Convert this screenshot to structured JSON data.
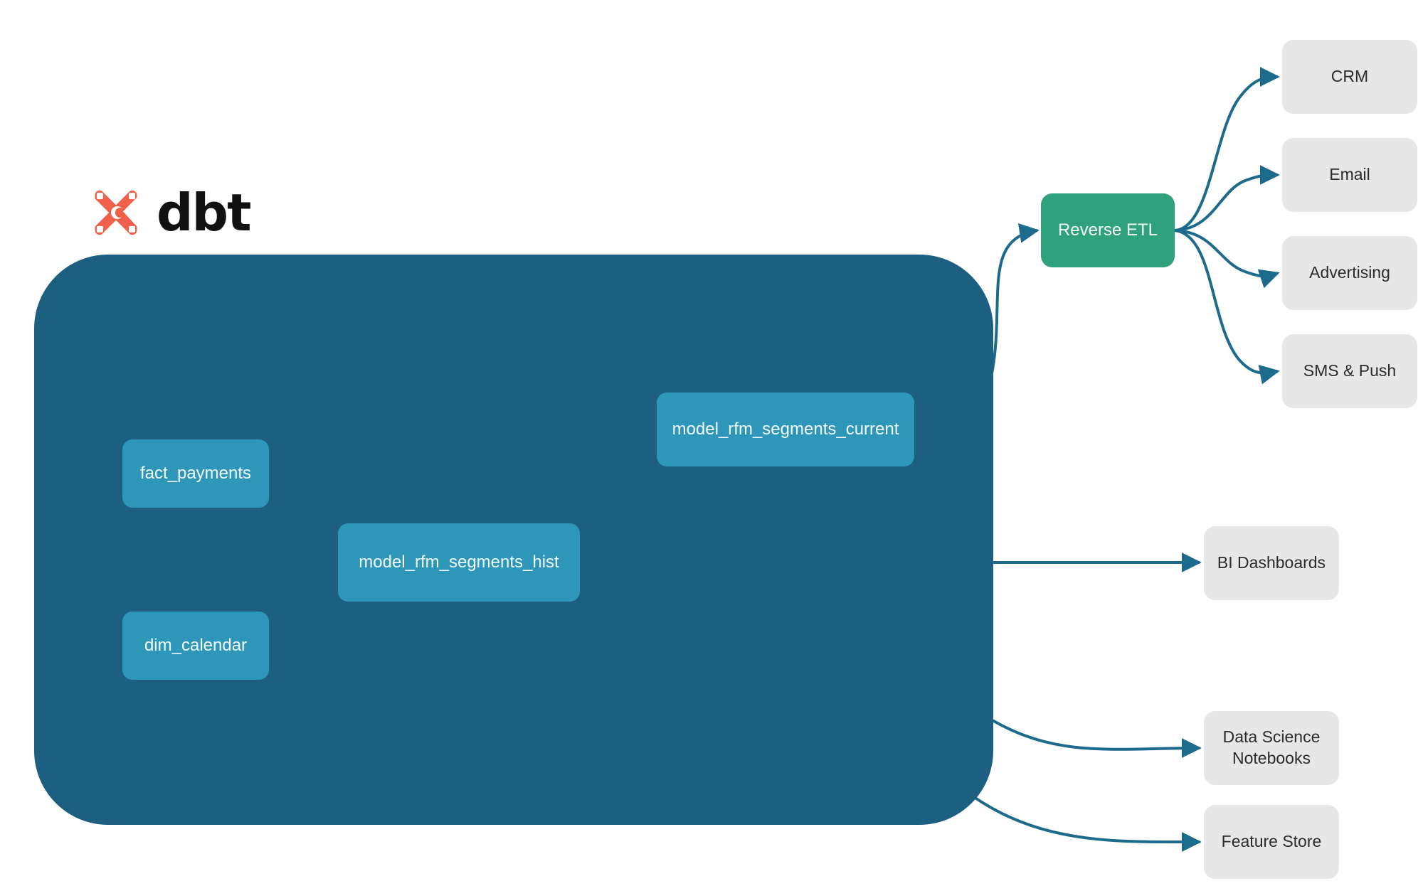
{
  "brand": {
    "logo_icon": "dbt-logo-icon",
    "wordmark": "dbt",
    "logo_color": "#f0604a"
  },
  "container": {
    "name": "dbt-project-container",
    "color": "#1d5f80"
  },
  "colors": {
    "background": "#ffffff",
    "model_node": "#2e96b8",
    "reverse_etl_node": "#2fa17d",
    "destination_node": "#e7e7e7",
    "edge": "#1d6b8c",
    "internal_edge": "#3f9cbc"
  },
  "models": [
    {
      "id": "fact-payments",
      "label": "fact_payments"
    },
    {
      "id": "dim-calendar",
      "label": "dim_calendar"
    },
    {
      "id": "rfm-segments-hist",
      "label": "model_rfm_segments_hist"
    },
    {
      "id": "rfm-segments-current",
      "label": "model_rfm_segments_current"
    }
  ],
  "reverse_etl": {
    "id": "reverse-etl",
    "label": "Reverse ETL"
  },
  "activation_destinations": [
    {
      "id": "crm",
      "label": "CRM"
    },
    {
      "id": "email",
      "label": "Email"
    },
    {
      "id": "advertising",
      "label": "Advertising"
    },
    {
      "id": "sms-push",
      "label": "SMS & Push"
    }
  ],
  "analytics_destinations": [
    {
      "id": "bi-dashboards",
      "label": "BI Dashboards"
    },
    {
      "id": "data-science-notebooks",
      "label_line1": "Data Science",
      "label_line2": "Notebooks"
    },
    {
      "id": "feature-store",
      "label": "Feature Store"
    }
  ],
  "edges": [
    {
      "from": "fact_payments",
      "to": "model_rfm_segments_hist"
    },
    {
      "from": "dim_calendar",
      "to": "model_rfm_segments_hist"
    },
    {
      "from": "model_rfm_segments_hist",
      "to": "model_rfm_segments_current"
    },
    {
      "from": "model_rfm_segments_current",
      "to": "Reverse ETL"
    },
    {
      "from": "Reverse ETL",
      "to": "CRM"
    },
    {
      "from": "Reverse ETL",
      "to": "Email"
    },
    {
      "from": "Reverse ETL",
      "to": "Advertising"
    },
    {
      "from": "Reverse ETL",
      "to": "SMS & Push"
    },
    {
      "from": "model_rfm_segments_hist",
      "to": "BI Dashboards"
    },
    {
      "from": "model_rfm_segments_hist",
      "to": "Data Science Notebooks"
    },
    {
      "from": "model_rfm_segments_hist",
      "to": "Feature Store"
    }
  ]
}
